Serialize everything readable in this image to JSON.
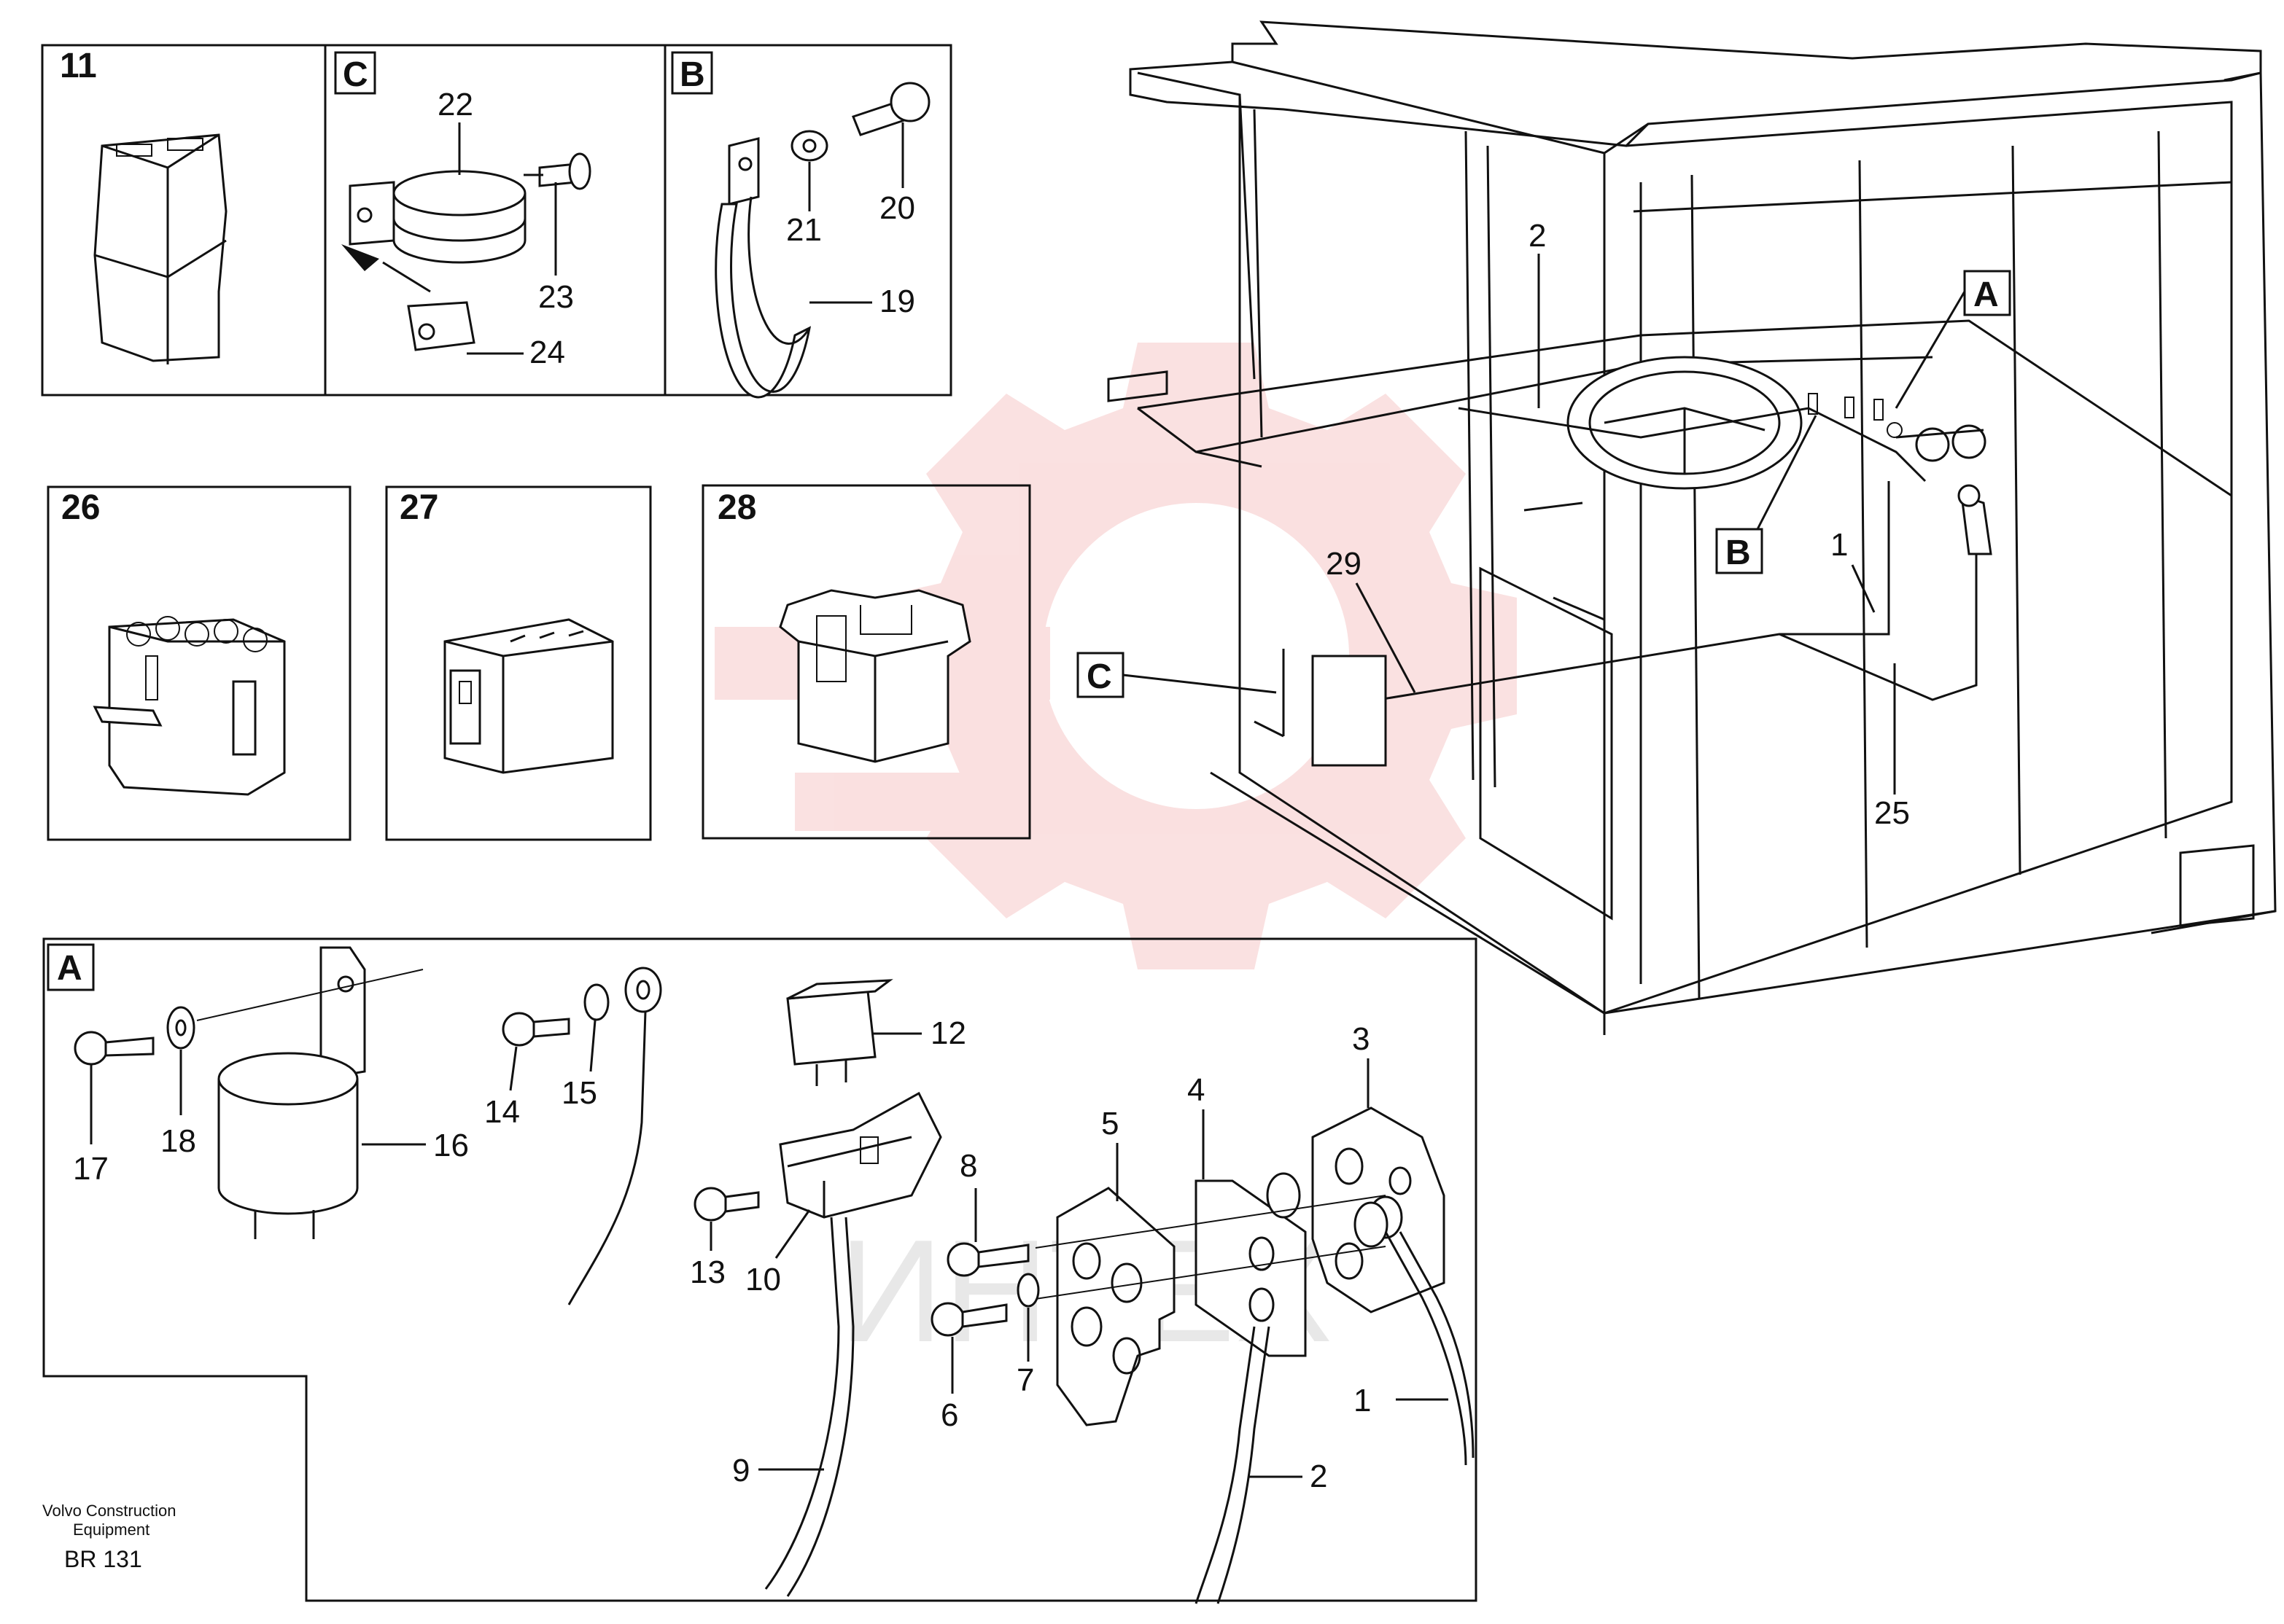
{
  "footer": {
    "line1": "Volvo Construction",
    "line2": "Equipment",
    "code": "BR 131"
  },
  "watermark": {
    "text": "ИНТЕХ",
    "color": "#f4b7b7"
  },
  "panels": {
    "p11": "11",
    "pC": "C",
    "pB": "B",
    "p26": "26",
    "p27": "27",
    "p28": "28",
    "pA": "A"
  },
  "callouts": {
    "cabA": "A",
    "cabB": "B",
    "cabC": "C"
  },
  "parts": {
    "n1": "1",
    "n1b": "1",
    "n2": "2",
    "n2b": "2",
    "n3": "3",
    "n4": "4",
    "n5": "5",
    "n6": "6",
    "n7": "7",
    "n8": "8",
    "n9": "9",
    "n10": "10",
    "n12": "12",
    "n13": "13",
    "n14": "14",
    "n15": "15",
    "n16": "16",
    "n17": "17",
    "n18": "18",
    "n19": "19",
    "n20": "20",
    "n21": "21",
    "n22": "22",
    "n23": "23",
    "n24": "24",
    "n25": "25",
    "n29": "29"
  }
}
